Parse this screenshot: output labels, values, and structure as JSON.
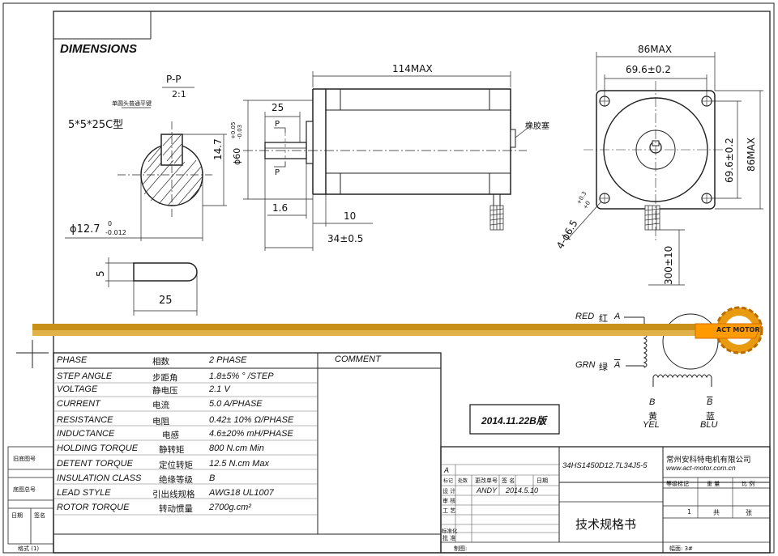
{
  "title": "DIMENSIONS",
  "section_label": "P-P",
  "section_scale": "2:1",
  "key_note": "单圆头普通平键",
  "key_spec": "5*5*25C型",
  "dims": {
    "length_max": "114MAX",
    "width_max": "86MAX",
    "mount_pitch_h": "69.6±0.2",
    "mount_pitch_v": "69.6±0.2",
    "height_max": "86MAX",
    "key_length": "25",
    "pilot_dia": "ϕ60",
    "pilot_tol_upper": "+0.05",
    "pilot_tol_lower": "-0.03",
    "flat_depth": "14.7",
    "shaft_dia": "ϕ12.7",
    "shaft_tol": "-0.012",
    "shaft_tol_zero": "0",
    "pilot_thickness": "1.6",
    "flange_thickness": "10",
    "shaft_length": "34±0.5",
    "key_width": "5",
    "key_len": "25",
    "holes": "4-ϕ6.5",
    "holes_tol_upper": "+0.3",
    "holes_tol_lower": "+0",
    "lead_length": "300±10",
    "rubber_plug": "橡胶塞",
    "section_mark_p": "P"
  },
  "wiring": {
    "red": "RED",
    "red_cn": "红",
    "phase_a": "A",
    "grn": "GRN",
    "grn_cn": "绿",
    "phase_a_bar": "A",
    "b_left": "B",
    "b_right": "B",
    "yel_cn": "黄",
    "yel": "YEL",
    "blu_cn": "蓝",
    "blu": "BLU"
  },
  "logo_text": "ACT MOTOR",
  "spec_table": {
    "header": {
      "en": "PHASE",
      "cn": "相数",
      "val": "2  PHASE"
    },
    "comment": "COMMENT",
    "rows": [
      {
        "en": "STEP ANGLE",
        "cn": "步距角",
        "val": "1.8±5% ° /STEP"
      },
      {
        "en": "VOLTAGE",
        "cn": "静电压",
        "val": "2.1  V"
      },
      {
        "en": "CURRENT",
        "cn": "电流",
        "val": "5.0 A/PHASE"
      },
      {
        "en": "RESISTANCE",
        "cn": "电阻",
        "val": "0.42± 10%  Ω/PHASE"
      },
      {
        "en": "INDUCTANCE",
        "cn": "电感",
        "val": "4.6±20% mH/PHASE"
      },
      {
        "en": "HOLDING TORQUE",
        "cn": "静转矩",
        "val": "800  N.cm Min"
      },
      {
        "en": "DETENT TORQUE",
        "cn": "定位转矩",
        "val": "12.5 N.cm Max"
      },
      {
        "en": "INSULATION CLASS",
        "cn": "绝缘等级",
        "val": "B"
      },
      {
        "en": "LEAD STYLE",
        "cn": "引出线规格",
        "val": "AWG18 UL1007"
      },
      {
        "en": "ROTOR TORQUE",
        "cn": "转动惯量",
        "val": "2700g.cm²"
      }
    ]
  },
  "version": "2014.11.22B版",
  "title_block": {
    "model": "34HS1450D12.7L34J5-5",
    "company": "常州安科特电机有限公司",
    "website": "www.act-motor.com.cn",
    "doc_title": "技术规格书",
    "rev": "A",
    "change_no": "更改单号",
    "sign": "签  名",
    "date": "日期",
    "mark_code": "标记",
    "count_code": "处数",
    "design": "设  计",
    "designer": "ANDY",
    "design_date": "2014.5.10",
    "review": "审  核",
    "process": "工  艺",
    "standard": "标准化",
    "approve": "批  准",
    "grade": "等级标记",
    "weight": "重  量",
    "ratio": "比  例",
    "sheet_total": "1",
    "total": "共",
    "sheet": "张",
    "draw": "制图:",
    "format": "幅面: 3#",
    "left_old": "旧底图号",
    "left_base": "底图总号",
    "left_date": "日期",
    "left_sign": "签名",
    "footer_format": "格式 (1)"
  }
}
